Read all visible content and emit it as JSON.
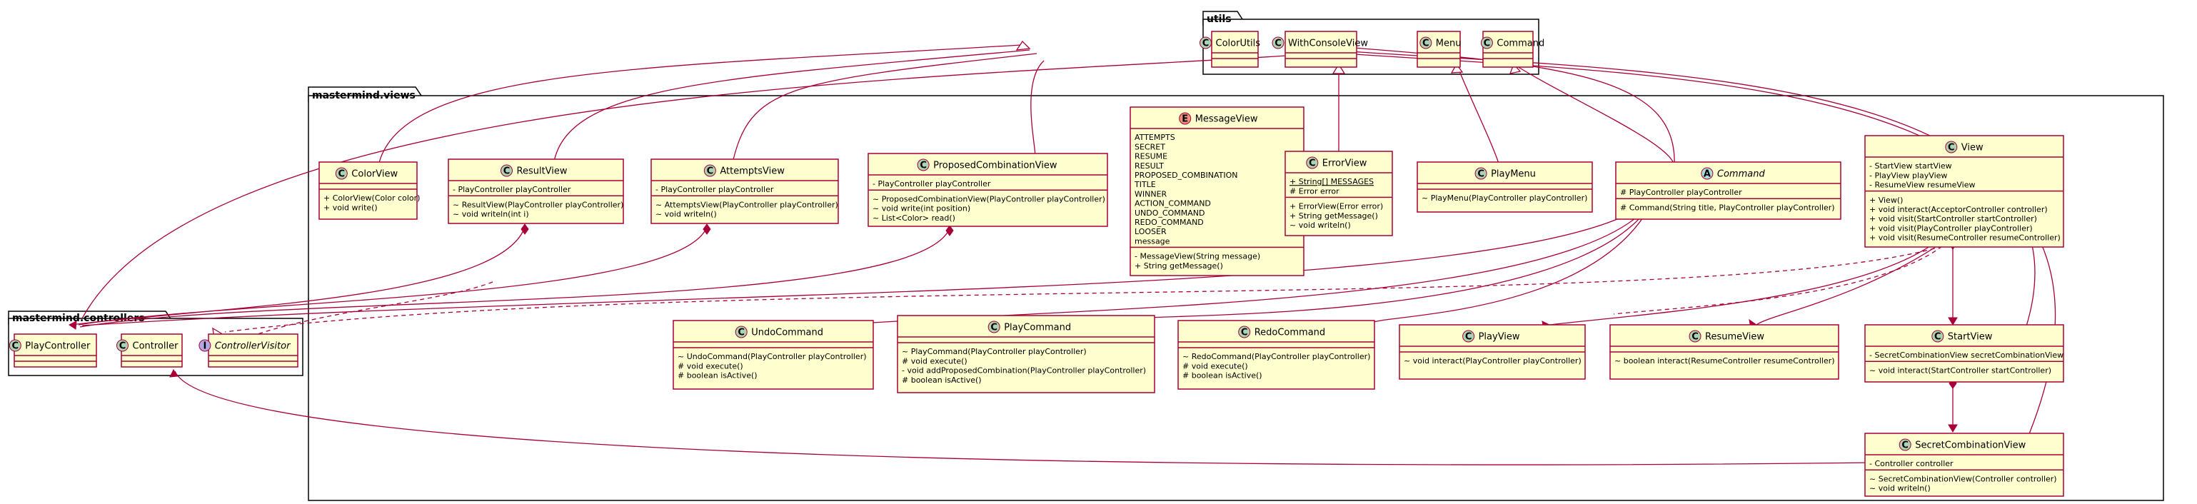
{
  "packages": {
    "utils": "utils",
    "views": "mastermind.views",
    "controllers": "mastermind.controllers"
  },
  "stereotypes": {
    "class": "C",
    "enum": "E",
    "abstract": "A",
    "interface": "I"
  },
  "badge_colors": {
    "class": "#ADD1B2",
    "enum": "#EB937F",
    "abstract": "#A9DCDF",
    "interface": "#B4A7E5"
  },
  "line_color": "#A80036",
  "box_fill": "#FEFECE",
  "classes": {
    "ColorUtils": {
      "name": "ColorUtils",
      "fields": [],
      "methods": []
    },
    "WithConsoleView": {
      "name": "WithConsoleView",
      "fields": [],
      "methods": []
    },
    "Menu": {
      "name": "Menu",
      "fields": [],
      "methods": []
    },
    "UtilsCommand": {
      "name": "Command",
      "fields": [],
      "methods": []
    },
    "ColorView": {
      "name": "ColorView",
      "fields": [],
      "methods": [
        "+ ColorView(Color color)",
        "+ void write()"
      ]
    },
    "ResultView": {
      "name": "ResultView",
      "fields": [
        "- PlayController playController"
      ],
      "methods": [
        "~ ResultView(PlayController playController)",
        "~ void writeln(int i)"
      ]
    },
    "AttemptsView": {
      "name": "AttemptsView",
      "fields": [
        "- PlayController playController"
      ],
      "methods": [
        "~ AttemptsView(PlayController playController)",
        "~ void writeln()"
      ]
    },
    "ProposedCombinationView": {
      "name": "ProposedCombinationView",
      "fields": [
        "- PlayController playController"
      ],
      "methods": [
        "~ ProposedCombinationView(PlayController playController)",
        "~ void write(int position)",
        "~ List<Color> read()"
      ]
    },
    "MessageView": {
      "name": "MessageView",
      "fields": [
        "ATTEMPTS",
        "SECRET",
        "RESUME",
        "RESULT",
        "PROPOSED_COMBINATION",
        "TITLE",
        "WINNER",
        "ACTION_COMMAND",
        "UNDO_COMMAND",
        "REDO_COMMAND",
        "LOOSER",
        "message"
      ],
      "methods": [
        "- MessageView(String message)",
        "+ String getMessage()"
      ]
    },
    "ErrorView": {
      "name": "ErrorView",
      "fields": [
        "+ String[] MESSAGES",
        "# Error error"
      ],
      "methods": [
        "+ ErrorView(Error error)",
        "+ String getMessage()",
        "~ void writeln()"
      ]
    },
    "PlayMenu": {
      "name": "PlayMenu",
      "fields": [],
      "methods": [
        "~ PlayMenu(PlayController playController)"
      ]
    },
    "Command": {
      "name": "Command",
      "fields": [
        "# PlayController playController"
      ],
      "methods": [
        "# Command(String title, PlayController playController)"
      ]
    },
    "View": {
      "name": "View",
      "fields": [
        "- StartView startView",
        "- PlayView playView",
        "- ResumeView resumeView"
      ],
      "methods": [
        "+ View()",
        "+ void interact(AcceptorController controller)",
        "+ void visit(StartController startController)",
        "+ void visit(PlayController playController)",
        "+ void visit(ResumeController resumeController)"
      ]
    },
    "UndoCommand": {
      "name": "UndoCommand",
      "fields": [],
      "methods": [
        "~ UndoCommand(PlayController playController)",
        "# void execute()",
        "# boolean isActive()"
      ]
    },
    "PlayCommand": {
      "name": "PlayCommand",
      "fields": [],
      "methods": [
        "~ PlayCommand(PlayController playController)",
        "# void execute()",
        "- void addProposedCombination(PlayController playController)",
        "# boolean isActive()"
      ]
    },
    "RedoCommand": {
      "name": "RedoCommand",
      "fields": [],
      "methods": [
        "~ RedoCommand(PlayController playController)",
        "# void execute()",
        "# boolean isActive()"
      ]
    },
    "PlayView": {
      "name": "PlayView",
      "fields": [],
      "methods": [
        "~ void interact(PlayController playController)"
      ]
    },
    "ResumeView": {
      "name": "ResumeView",
      "fields": [],
      "methods": [
        "~ boolean interact(ResumeController resumeController)"
      ]
    },
    "StartView": {
      "name": "StartView",
      "fields": [
        "- SecretCombinationView secretCombinationView"
      ],
      "methods": [
        "~ void interact(StartController startController)"
      ]
    },
    "SecretCombinationView": {
      "name": "SecretCombinationView",
      "fields": [
        "- Controller controller"
      ],
      "methods": [
        "~ SecretCombinationView(Controller controller)",
        "~ void writeln()"
      ]
    },
    "PlayController": {
      "name": "PlayController",
      "fields": [],
      "methods": []
    },
    "Controller": {
      "name": "Controller",
      "fields": [],
      "methods": []
    },
    "ControllerVisitor": {
      "name": "ControllerVisitor",
      "fields": [],
      "methods": []
    }
  }
}
